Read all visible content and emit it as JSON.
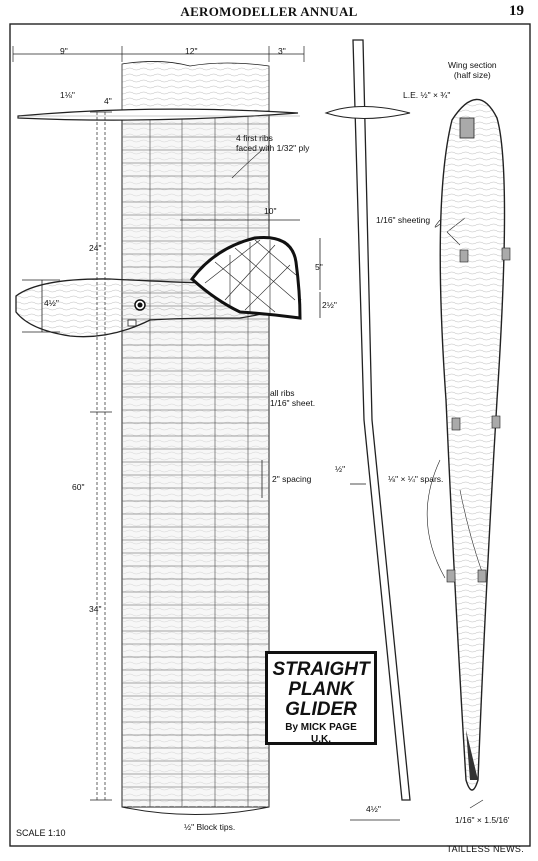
{
  "header": {
    "title": "AEROMODELLER ANNUAL",
    "page_number": "19"
  },
  "title_box": {
    "line1": "STRAIGHT",
    "line2": "PLANK",
    "line3": "GLIDER",
    "byline": "By MICK PAGE",
    "country": "U.K."
  },
  "dimensions": {
    "d_9in": "9\"",
    "d_12in": "12\"",
    "d_3in": "3\"",
    "d_1_1_8in": "1⅛\"",
    "d_4in": "4\"",
    "d_24in": "24\"",
    "d_4_1_2in": "4½\"",
    "d_10in": "10\"",
    "d_5in": "5\"",
    "d_2_1_2in": "2½\"",
    "d_60in": "60\"",
    "d_34in": "34\"",
    "d_2in_spacing": "2\" spacing",
    "d_half_in": "½\"",
    "d_4_1_2in_bottom": "4½\""
  },
  "notes": {
    "first_ribs": "4 first ribs\nfaced with 1/32\" ply",
    "all_ribs": "all ribs\n1/16\" sheet.",
    "block_tips": "½\" Block tips.",
    "wing_section": "Wing section\n(half size)",
    "leading_edge": "L.E. ½\" × ¾\"",
    "sheeting": "1/16\" sheeting",
    "spars": "⅛\" × ¼\" spars.",
    "trailing_edge": "1/16\" × 1.5/16'"
  },
  "footer": {
    "scale": "SCALE 1:10",
    "source": "TAILLESS NEWS."
  }
}
